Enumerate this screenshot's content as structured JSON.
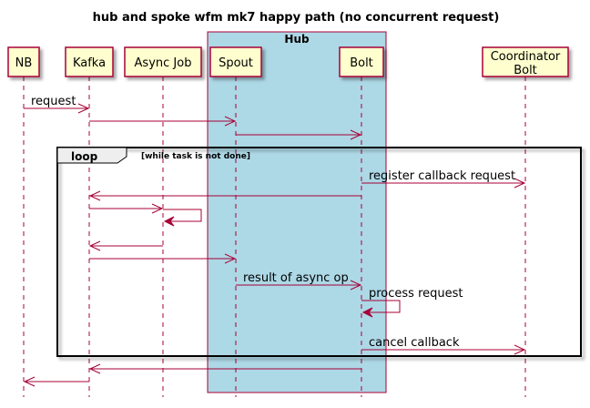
{
  "title": "hub and spoke wfm mk7 happy path (no concurrent request)",
  "box": {
    "label": "Hub",
    "color": "#ADD8E6"
  },
  "participants": [
    {
      "id": "nb",
      "lines": [
        "NB"
      ]
    },
    {
      "id": "kafka",
      "lines": [
        "Kafka"
      ]
    },
    {
      "id": "async",
      "lines": [
        "Async Job"
      ]
    },
    {
      "id": "spout",
      "lines": [
        "Spout"
      ]
    },
    {
      "id": "bolt",
      "lines": [
        "Bolt"
      ]
    },
    {
      "id": "coord",
      "lines": [
        "Coordinator",
        "Bolt"
      ]
    }
  ],
  "loop": {
    "keyword": "loop",
    "condition": "[while task is not done]"
  },
  "messages": [
    {
      "from": "nb",
      "to": "kafka",
      "label": "request"
    },
    {
      "from": "kafka",
      "to": "spout",
      "label": ""
    },
    {
      "from": "spout",
      "to": "bolt",
      "label": ""
    },
    {
      "from": "bolt",
      "to": "coord",
      "label": "register callback request"
    },
    {
      "from": "bolt",
      "to": "kafka",
      "label": ""
    },
    {
      "from": "kafka",
      "to": "async",
      "label": ""
    },
    {
      "from": "async",
      "to": "async",
      "label": ""
    },
    {
      "from": "async",
      "to": "kafka",
      "label": ""
    },
    {
      "from": "kafka",
      "to": "spout",
      "label": ""
    },
    {
      "from": "spout",
      "to": "bolt",
      "label": "result of async op"
    },
    {
      "from": "bolt",
      "to": "bolt",
      "label": "process request"
    },
    {
      "from": "bolt",
      "to": "coord",
      "label": "cancel callback"
    },
    {
      "from": "bolt",
      "to": "kafka",
      "label": ""
    },
    {
      "from": "kafka",
      "to": "nb",
      "label": ""
    }
  ],
  "colors": {
    "participant_fill": "#FEFECE",
    "border": "#A80036",
    "arrow": "#A80036",
    "lifeline": "#A80036",
    "loop_border": "#000000"
  }
}
